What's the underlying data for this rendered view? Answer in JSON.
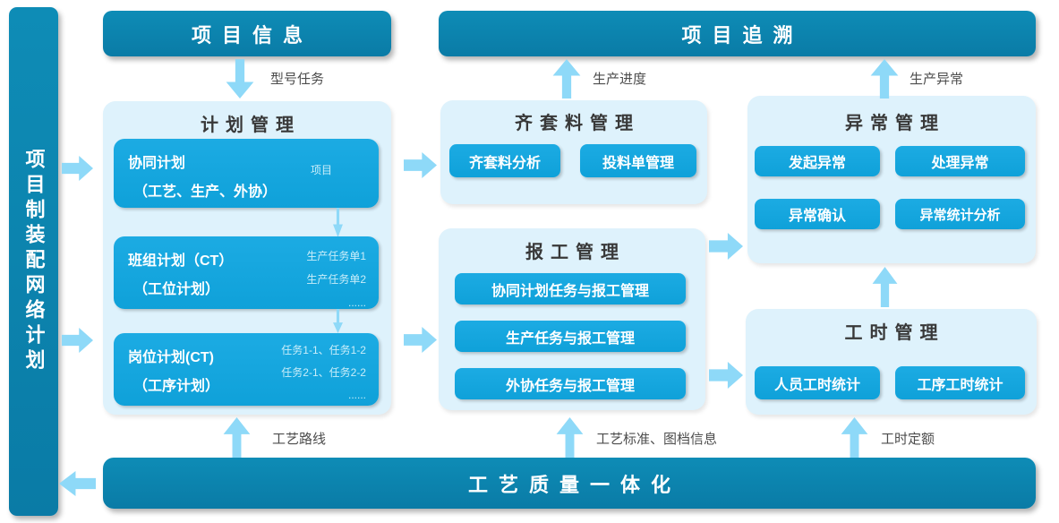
{
  "colors": {
    "dark_teal": "#0b81ad",
    "module_blue": "#14a7e0",
    "panel_light": "#def2fc",
    "arrow_blue": "#8ed9f8"
  },
  "left_bar": {
    "label": "项目制装配网络计划"
  },
  "header": {
    "project_info": "项目信息",
    "project_trace": "项目追溯"
  },
  "plan": {
    "title": "计划管理",
    "boxes": [
      {
        "line1": "协同计划",
        "line2": "（工艺、生产、外协）",
        "side": [
          "项目"
        ]
      },
      {
        "line1": "班组计划（CT）",
        "line2": "（工位计划）",
        "side": [
          "生产任务单1",
          "生产任务单2",
          "......"
        ]
      },
      {
        "line1": "岗位计划(CT)",
        "line2": "（工序计划）",
        "side": [
          "任务1-1、任务1-2",
          "任务2-1、任务2-2",
          "......"
        ]
      }
    ]
  },
  "material": {
    "title": "齐套料管理",
    "buttons": [
      "齐套料分析",
      "投料单管理"
    ]
  },
  "report": {
    "title": "报工管理",
    "buttons": [
      "协同计划任务与报工管理",
      "生产任务与报工管理",
      "外协任务与报工管理"
    ]
  },
  "exception": {
    "title": "异常管理",
    "buttons": [
      "发起异常",
      "处理异常",
      "异常确认",
      "异常统计分析"
    ]
  },
  "hours": {
    "title": "工时管理",
    "buttons": [
      "人员工时统计",
      "工序工时统计"
    ]
  },
  "bottom_bar": {
    "label": "工艺质量一体化"
  },
  "arrow_labels": {
    "model_task": "型号任务",
    "production_progress": "生产进度",
    "production_exception": "生产异常",
    "process_route": "工艺路线",
    "process_standard": "工艺标准、图档信息",
    "hour_quota": "工时定额"
  }
}
